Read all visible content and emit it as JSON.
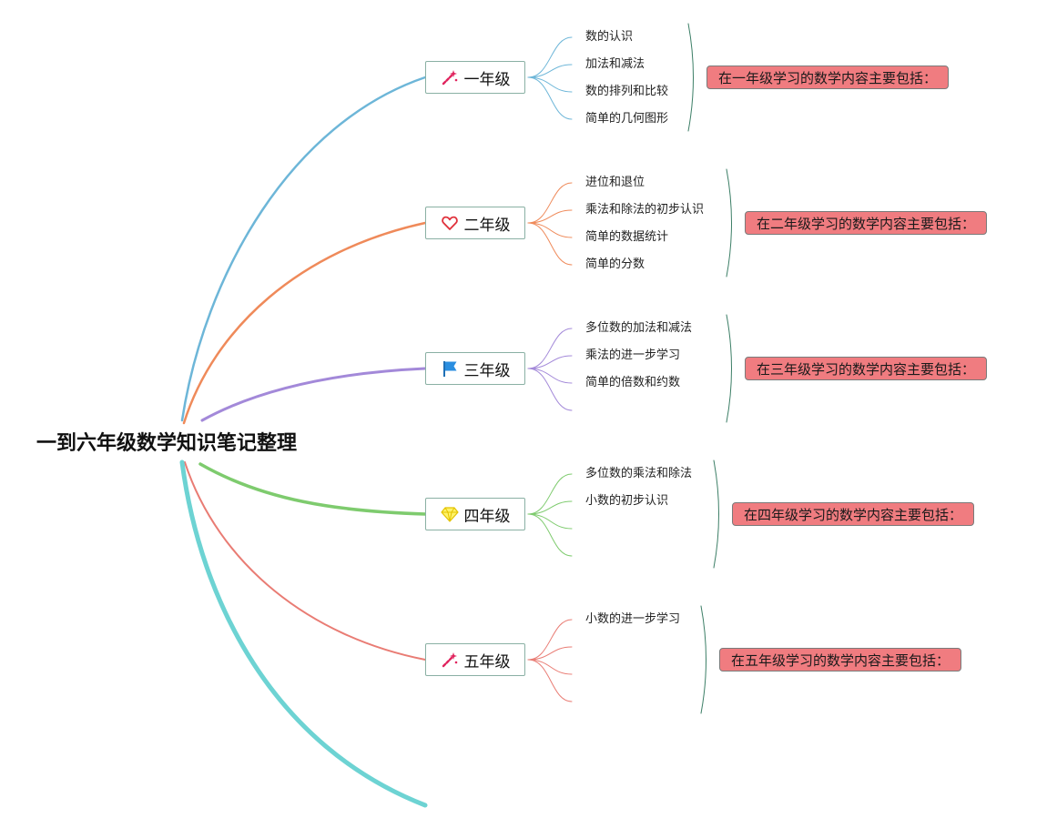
{
  "root": {
    "title": "一到六年级数学知识笔记整理"
  },
  "grades": [
    {
      "label": "一年级",
      "icon": "magic-wand-icon",
      "color": "#6db6d8",
      "topics": [
        "数的认识",
        "加法和减法",
        "数的排列和比较",
        "简单的几何图形"
      ],
      "summary": "在一年级学习的数学内容主要包括："
    },
    {
      "label": "二年级",
      "icon": "heart-icon",
      "color": "#ef8a5a",
      "topics": [
        "进位和退位",
        "乘法和除法的初步认识",
        "简单的数据统计",
        "简单的分数"
      ],
      "summary": "在二年级学习的数学内容主要包括："
    },
    {
      "label": "三年级",
      "icon": "flag-icon",
      "color": "#a389d9",
      "topics": [
        "多位数的加法和减法",
        "乘法的进一步学习",
        "简单的倍数和约数",
        ""
      ],
      "summary": "在三年级学习的数学内容主要包括："
    },
    {
      "label": "四年级",
      "icon": "diamond-icon",
      "color": "#7ecb6e",
      "topics": [
        "多位数的乘法和除法",
        "小数的初步认识",
        "",
        ""
      ],
      "summary": "在四年级学习的数学内容主要包括："
    },
    {
      "label": "五年级",
      "icon": "magic-wand-icon",
      "color": "#e97c74",
      "topics": [
        "小数的进一步学习",
        "",
        "",
        ""
      ],
      "summary": "在五年级学习的数学内容主要包括："
    }
  ],
  "sixth_branch": {
    "color": "#6dd3d3"
  },
  "bracket_color": "#3d7f67",
  "summary_fill": "#f07c80"
}
